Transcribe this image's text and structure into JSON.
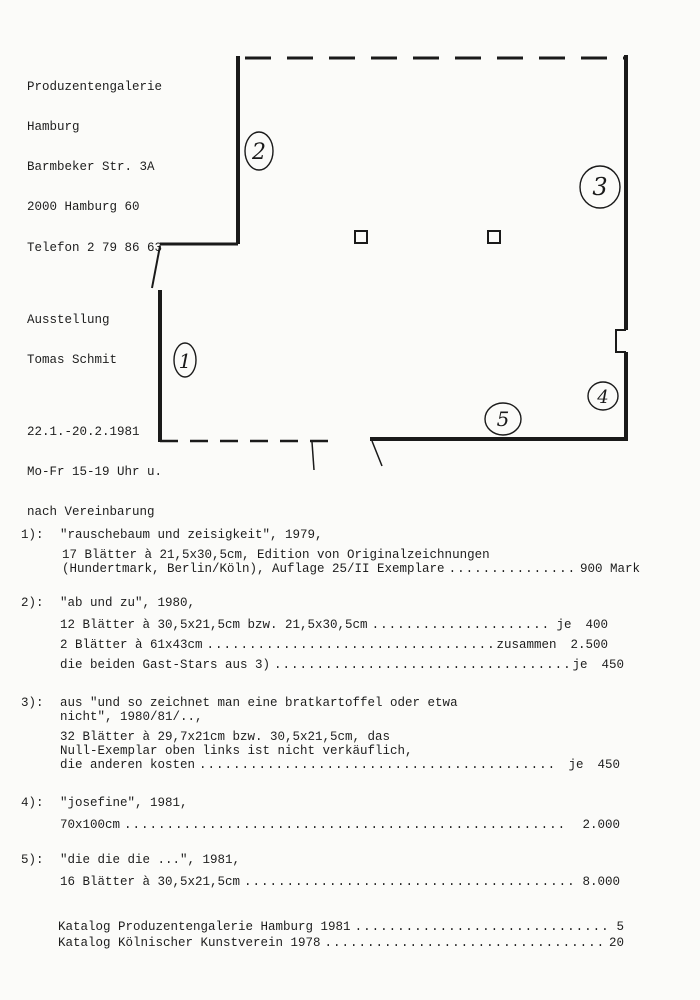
{
  "gallery": {
    "name_1": "Produzentengalerie",
    "name_2": "Hamburg",
    "street": "Barmbeker Str. 3A",
    "city": "2000 Hamburg 60",
    "phone": "Telefon 2 79 86 63",
    "label": "Ausstellung",
    "artist": "Tomas Schmit",
    "dates": "22.1.-20.2.1981",
    "hours": "Mo-Fr 15-19 Uhr u.",
    "hours_2": "nach Vereinbarung"
  },
  "floorplan": {
    "labels": [
      "1",
      "2",
      "3",
      "4",
      "5"
    ]
  },
  "entries": [
    {
      "num": "1):",
      "title": "\"rauschebaum und zeisigkeit\", 1979,",
      "lines": [
        "17 Blätter à 21,5x30,5cm, Edition von Originalzeichnungen"
      ],
      "rows": [
        {
          "text": "(Hundertmark, Berlin/Köln), Auflage 25/II Exemplare",
          "prefix": "",
          "price": "900 Mark"
        }
      ]
    },
    {
      "num": "2):",
      "title": "\"ab und zu\", 1980,",
      "lines": [],
      "rows": [
        {
          "text": "12 Blätter à 30,5x21,5cm bzw. 21,5x30,5cm",
          "prefix": "je",
          "price": "400"
        },
        {
          "text": "2 Blätter à 61x43cm",
          "prefix": "zusammen",
          "price": "2.500"
        },
        {
          "text": "die beiden Gast-Stars aus 3)",
          "prefix": "je",
          "price": "450"
        }
      ]
    },
    {
      "num": "3):",
      "title": "aus \"und so zeichnet man eine bratkartoffel oder etwa",
      "lines": [
        "nicht\", 1980/81/..,",
        "32 Blätter à 29,7x21cm bzw. 30,5x21,5cm, das",
        "Null-Exemplar oben links ist nicht verkäuflich,"
      ],
      "rows": [
        {
          "text": "die anderen kosten",
          "prefix": "je",
          "price": "450"
        }
      ]
    },
    {
      "num": "4):",
      "title": "\"josefine\", 1981,",
      "lines": [],
      "rows": [
        {
          "text": "70x100cm",
          "prefix": "",
          "price": "2.000"
        }
      ]
    },
    {
      "num": "5):",
      "title": "\"die die die ...\", 1981,",
      "lines": [],
      "rows": [
        {
          "text": "16 Blätter à 30,5x21,5cm",
          "prefix": "",
          "price": "8.000"
        }
      ]
    }
  ],
  "catalogs": [
    {
      "text": "Katalog Produzentengalerie Hamburg 1981",
      "price": "5"
    },
    {
      "text": "Katalog Kölnischer Kunstverein 1978",
      "price": "20"
    }
  ]
}
